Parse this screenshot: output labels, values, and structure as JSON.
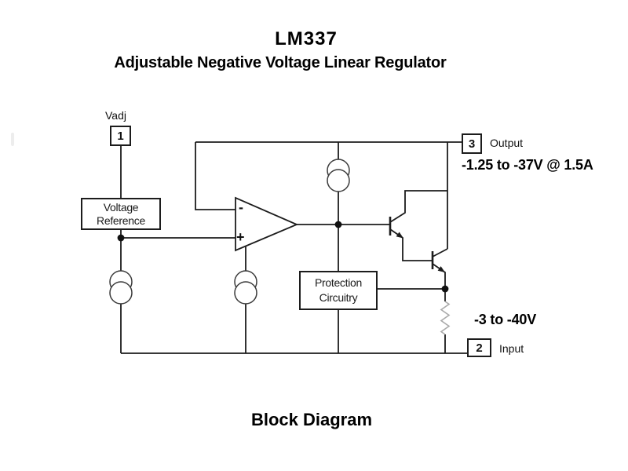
{
  "header": {
    "title_line1": "LM337",
    "title_line2": "Adjustable Negative Voltage Linear Regulator"
  },
  "footer": {
    "caption": "Block Diagram"
  },
  "pins": {
    "adjust": {
      "label": "Vadj",
      "number": "1"
    },
    "output": {
      "number": "3",
      "label": "Output",
      "spec": "-1.25 to -37V @ 1.5A"
    },
    "input": {
      "number": "2",
      "label": "Input",
      "spec": "-3 to -40V"
    }
  },
  "blocks": {
    "voltage_reference": {
      "line1": "Voltage",
      "line2": "Reference"
    },
    "protection": {
      "line1": "Protection",
      "line2": "Circuitry"
    }
  },
  "opamp": {
    "inverting_label": "-",
    "noninverting_label": "+"
  },
  "colors": {
    "background": "#ffffff",
    "wire": "#1c1c1c",
    "text": "#000000",
    "current_source_stroke": "#3a3a3a",
    "resistor": "#aaaaaa"
  }
}
